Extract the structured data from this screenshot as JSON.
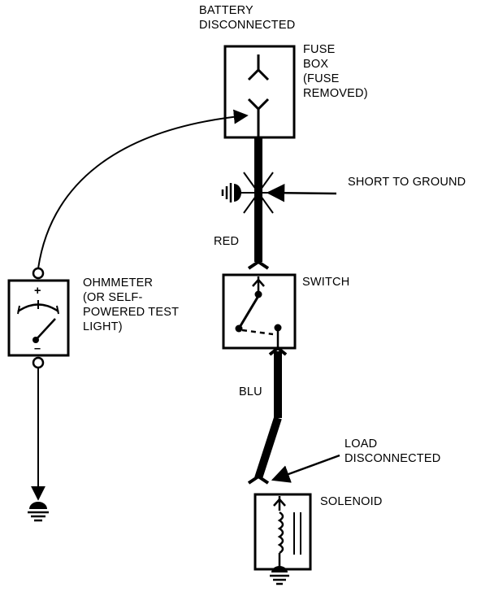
{
  "labels": {
    "battery": [
      "BATTERY",
      "DISCONNECTED"
    ],
    "fuse_box": [
      "FUSE",
      "BOX",
      "(FUSE",
      "REMOVED)"
    ],
    "short_to_ground": "SHORT TO GROUND",
    "red_wire": "RED",
    "switch": "SWITCH",
    "ohmmeter": [
      "OHMMETER",
      "(OR SELF-",
      "POWERED TEST",
      "LIGHT)"
    ],
    "meter_plus": "+",
    "meter_minus": "–",
    "blu_wire": "BLU",
    "load": [
      "LOAD",
      "DISCONNECTED"
    ],
    "solenoid": "SOLENOID"
  },
  "icons": [
    "fuse-terminal-icon",
    "ground-symbol-icon",
    "switch-contact-icon",
    "coil-icon",
    "meter-needle-icon"
  ],
  "colors": {
    "ink": "#000000",
    "background": "#ffffff"
  }
}
